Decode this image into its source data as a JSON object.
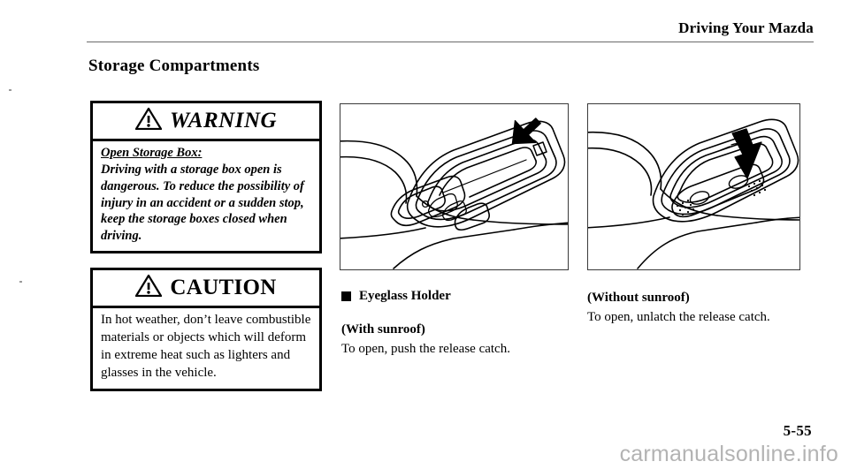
{
  "header": {
    "title": "Driving Your Mazda"
  },
  "section": {
    "title": "Storage Compartments"
  },
  "warning_box": {
    "label": "WARNING",
    "icon": "warning-triangle-icon",
    "subtitle": "Open Storage Box:",
    "body": "Driving with a storage box open is dangerous. To reduce the possibility of injury in an accident or a sudden stop, keep the storage boxes closed when driving."
  },
  "caution_box": {
    "label": "CAUTION",
    "icon": "warning-triangle-icon",
    "body": "In hot weather, don’t leave combustible materials or objects which will deform in extreme heat such as lighters and glasses in the vehicle."
  },
  "figures": {
    "with_sunroof": {
      "alt": "overhead console eyeglass holder with sunroof, arrow pressing release catch"
    },
    "without_sunroof": {
      "alt": "overhead console eyeglass holder without sunroof, arrow unlatching release catch"
    }
  },
  "captions": {
    "eyeglass_holder": "Eyeglass Holder",
    "with_sunroof_label": "(With sunroof)",
    "with_sunroof_text": "To open, push the release catch.",
    "without_sunroof_label": "(Without sunroof)",
    "without_sunroof_text": "To open, unlatch the release catch."
  },
  "footer": {
    "page_number": "5-55",
    "watermark": "carmanualsonline.info"
  },
  "colors": {
    "text": "#000000",
    "rule": "#6a6a6a",
    "watermark": "#b3b3b3"
  }
}
